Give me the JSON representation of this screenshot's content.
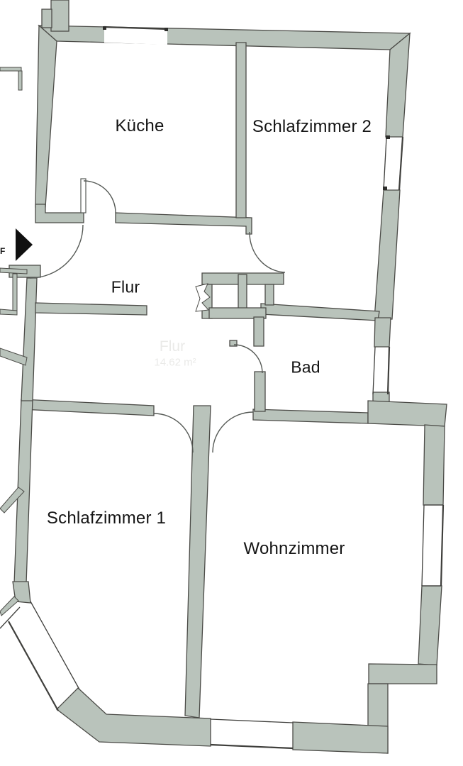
{
  "rooms": [
    {
      "id": "kueche",
      "label": "Küche"
    },
    {
      "id": "schlafzimmer2",
      "label": "Schlafzimmer 2"
    },
    {
      "id": "flur",
      "label": "Flur"
    },
    {
      "id": "bad",
      "label": "Bad"
    },
    {
      "id": "schlafzimmer1",
      "label": "Schlafzimmer 1"
    },
    {
      "id": "wohnzimmer",
      "label": "Wohnzimmer"
    }
  ],
  "ghost_watermark": {
    "room": "Flur",
    "area": "14.62 m²"
  },
  "edge_fragment": "F",
  "icons": {
    "entrance_marker": "entrance-arrow"
  },
  "colors": {
    "wall_fill": "#b9c3bb",
    "wall_stroke": "#4b4b47",
    "window_line": "#3f3f3c",
    "background": "#ffffff",
    "label_color": "#141414",
    "ghost_color": "#eaeae8",
    "marker_color": "#101010"
  }
}
